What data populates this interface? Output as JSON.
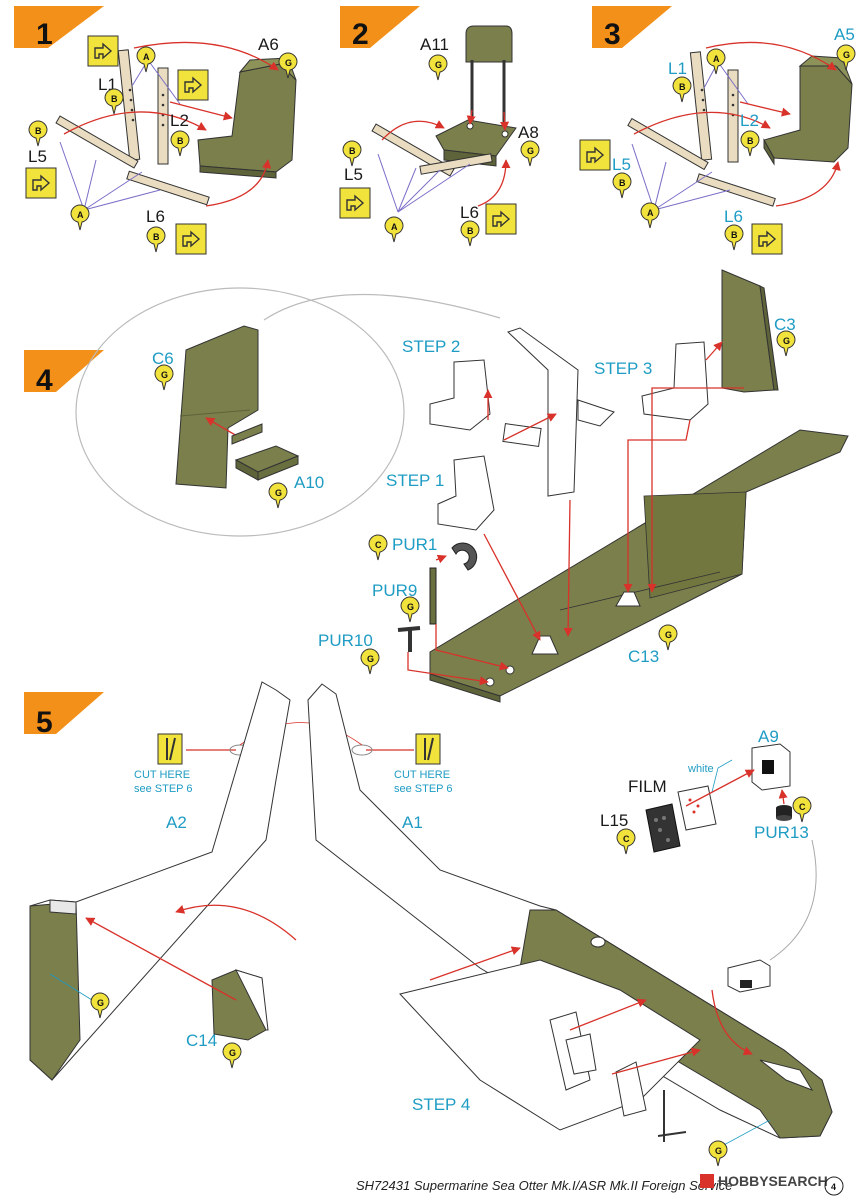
{
  "colors": {
    "olive": "#7a7f4c",
    "olive_dark": "#5e6339",
    "orange": "#f39019",
    "cyan_label": "#1f9cc4",
    "arrow_red": "#d8322a",
    "line_purple": "#7b6fc8",
    "badge_yellow": "#f2e33c",
    "belt_tan": "#e9dcc0"
  },
  "icons": [
    "fold-arrow-icon",
    "cut-here-icon",
    "paint-badge-icon"
  ],
  "steps": {
    "s1": {
      "number": "1"
    },
    "s2": {
      "number": "2"
    },
    "s3": {
      "number": "3"
    },
    "s4": {
      "number": "4"
    },
    "s5": {
      "number": "5"
    }
  },
  "step1": {
    "l1": "L1",
    "l2": "L2",
    "l5": "L5",
    "l6": "L6",
    "a6": "A6",
    "badges": {
      "a_top": "A",
      "b_l1": "B",
      "b_l5": "B",
      "b_l2": "B",
      "a_bottom": "A",
      "b_l6": "B",
      "g_a6": "G"
    }
  },
  "step2": {
    "a11": "A11",
    "a8": "A8",
    "l5": "L5",
    "l6": "L6",
    "badges": {
      "g_a11": "G",
      "b_l5": "B",
      "a_bottom": "A",
      "b_l6": "B",
      "g_a8": "G"
    }
  },
  "step3": {
    "l1": "L1",
    "l2": "L2",
    "l5": "L5",
    "l6": "L6",
    "a5": "A5",
    "badges": {
      "a_top": "A",
      "b_l1": "B",
      "b_l2": "B",
      "b_l5": "B",
      "a_bottom": "A",
      "b_l6": "B",
      "g_a5": "G"
    }
  },
  "step4": {
    "c6": "C6",
    "a10": "A10",
    "step2": "STEP 2",
    "step3": "STEP 3",
    "step1": "STEP 1",
    "c3": "C3",
    "pur1": "PUR1",
    "pur9": "PUR9",
    "pur10": "PUR10",
    "c13": "C13",
    "badges": {
      "g_c6": "G",
      "g_a10": "G",
      "g_c3": "G",
      "c_pur1": "C",
      "g_pur9": "G",
      "g_pur10": "G",
      "g_c13": "G"
    }
  },
  "step5": {
    "cut_here": "CUT HERE",
    "see_step6": "see STEP 6",
    "a2": "A2",
    "a1": "A1",
    "a9": "A9",
    "film": "FILM",
    "white": "white",
    "l15": "L15",
    "pur13": "PUR13",
    "c14": "C14",
    "step4": "STEP 4",
    "badges": {
      "c_pur13": "C",
      "c_l15": "C",
      "g_a2": "G",
      "g_c14": "G",
      "g_a1": "G"
    }
  },
  "footer": {
    "caption": "SH72431 Supermarine Sea Otter Mk.I/ASR Mk.II Foreign Service",
    "page": "4",
    "watermark": "HOBBYSEARCH"
  }
}
